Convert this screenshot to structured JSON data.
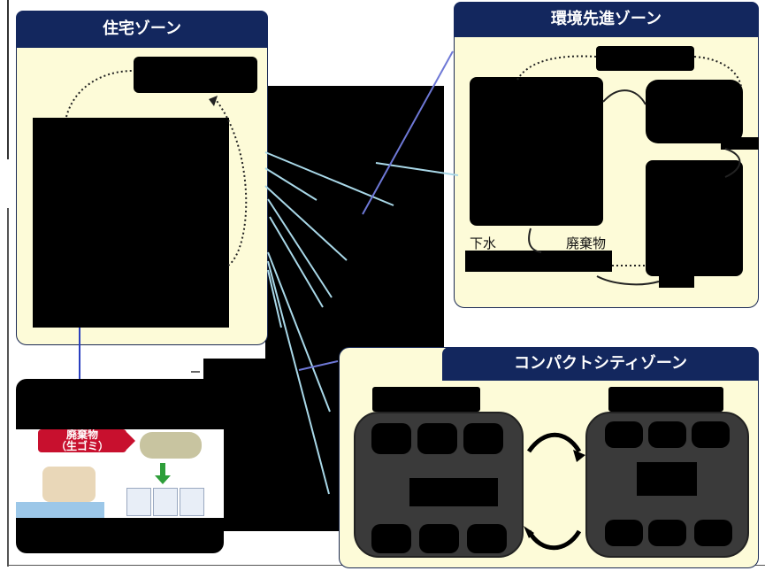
{
  "zones": {
    "residential": {
      "title": "住宅ゾーン"
    },
    "environment": {
      "title": "環境先進ゾーン",
      "label_sewage": "下水",
      "label_waste": "廃棄物"
    },
    "compact": {
      "title": "コンパクトシティゾーン"
    }
  },
  "photo": {
    "caption_line1": "廃棄物",
    "caption_line2": "（生ゴミ）"
  },
  "colors": {
    "title_bg": "#13275e",
    "panel_bg": "#fdfbd8",
    "connector_light": "#a9d8e8",
    "connector_blue": "#6e78d6"
  }
}
